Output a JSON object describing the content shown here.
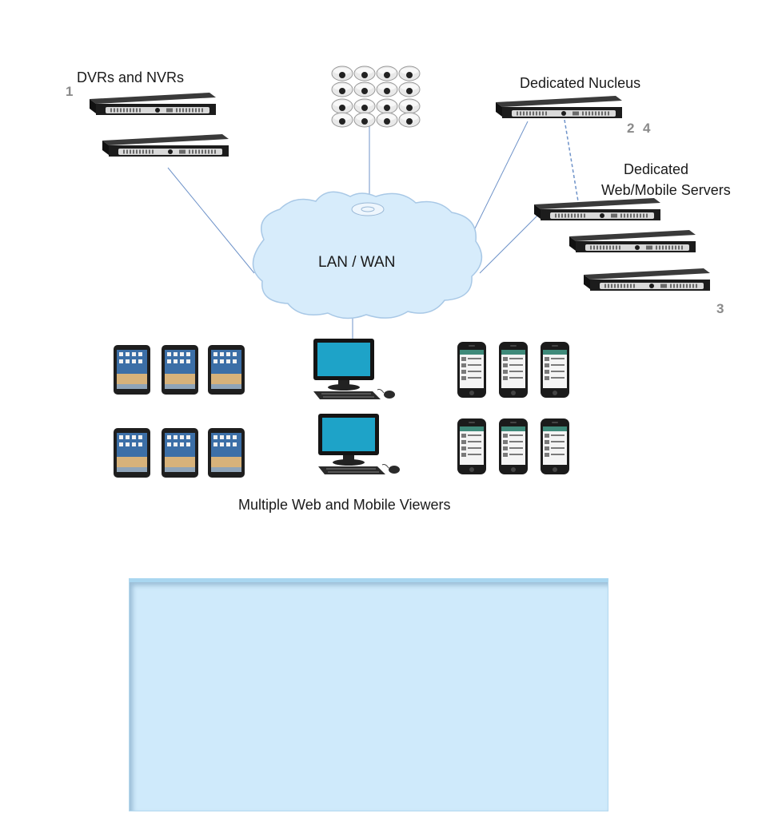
{
  "labels": {
    "dvrs": "DVRs and NVRs",
    "nucleus": "Dedicated Nucleus",
    "web_mobile_line1": "Dedicated",
    "web_mobile_line2": "Web/Mobile Servers",
    "cloud": "LAN / WAN",
    "viewers": "Multiple Web and Mobile Viewers"
  },
  "numbers": {
    "n1": "1",
    "n2": "2",
    "n4": "4",
    "n3": "3"
  },
  "colors": {
    "cloud_fill": "#d7ecfb",
    "line": "#6f93c9",
    "server_body": "#1c1c1c",
    "server_face": "#d9d9d9",
    "info_box": "#cfeafb"
  }
}
